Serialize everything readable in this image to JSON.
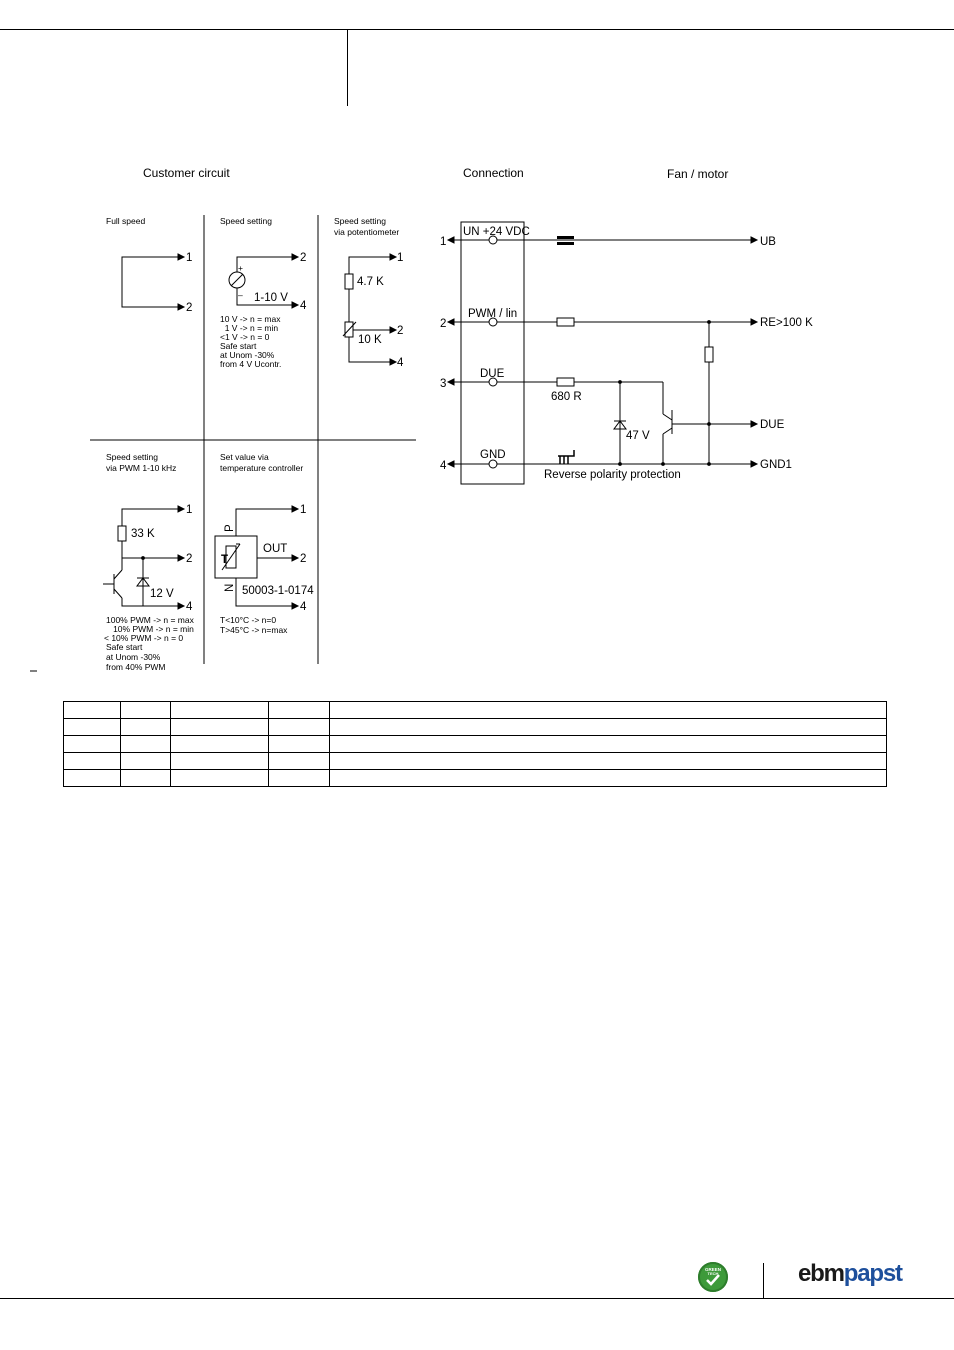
{
  "headings": {
    "customer_circuit": "Customer circuit",
    "connection": "Connection",
    "fan_motor": "Fan / motor"
  },
  "panels": {
    "full_speed": {
      "title": "Full speed",
      "pins": [
        "1",
        "2"
      ]
    },
    "speed_setting": {
      "title": "Speed setting",
      "pins": [
        "2",
        "4"
      ],
      "plus": "+",
      "minus": "–",
      "value": "1-10 V",
      "notes": [
        "10 V -> n = max",
        "  1 V -> n = min",
        "<1 V -> n = 0",
        "Safe start",
        "at Unom -30%",
        "from 4 V Ucontr."
      ]
    },
    "pot": {
      "title": [
        "Speed setting",
        "via potentiometer"
      ],
      "pins": [
        "1",
        "2",
        "4"
      ],
      "r1": "4.7 K",
      "r2": "10 K"
    },
    "pwm": {
      "title": [
        "Speed setting",
        "via PWM 1-10 kHz"
      ],
      "pins": [
        "1",
        "2",
        "4"
      ],
      "r": "33 K",
      "z": "12 V",
      "notes": [
        "100% PWM -> n = max",
        "   10% PWM -> n = min",
        "< 10% PWM -> n = 0",
        "Safe start",
        "at Unom -30%",
        "from 40% PWM"
      ]
    },
    "temp": {
      "title": [
        "Set value via",
        "temperature controller"
      ],
      "pins": [
        "1",
        "2",
        "4"
      ],
      "p": "P",
      "n": "N",
      "t": "T",
      "out": "OUT",
      "part": "50003-1-0174",
      "notes": [
        "T<10°C -> n=0",
        "T>45°C -> n=max"
      ]
    }
  },
  "connection": {
    "pins": [
      {
        "num": "1",
        "label": "UN +24 VDC",
        "out": "UB"
      },
      {
        "num": "2",
        "label": "PWM / lin",
        "out": "RE>100 K"
      },
      {
        "num": "3",
        "label": "DUE",
        "out": "DUE"
      },
      {
        "num": "4",
        "label": "GND",
        "out": "GND1"
      }
    ],
    "r680": "680 R",
    "z47": "47 V",
    "reverse": "Reverse polarity protection"
  },
  "table": {
    "rows": 5,
    "cols": 5
  },
  "logo": {
    "ebm": "ebm",
    "papst": "papst",
    "badge_top": "GREEN",
    "badge_bottom": "TECH"
  },
  "colors": {
    "badge_green": "#3d9a3a",
    "logo_blue": "#1d4f9c"
  },
  "icons": [
    "green-tech-check-icon"
  ]
}
